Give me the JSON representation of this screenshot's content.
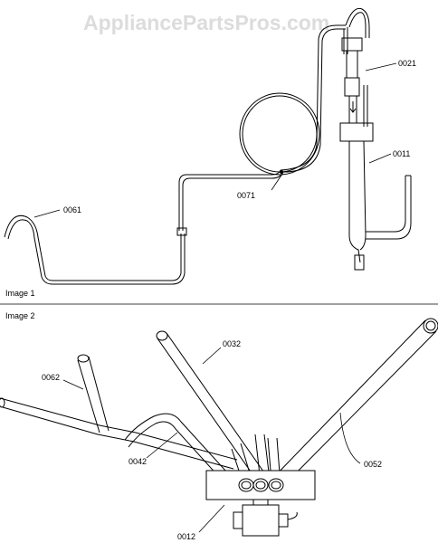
{
  "watermark": "AppliancePartsPros.com",
  "image1": {
    "title": "Image 1",
    "labels": [
      "0021",
      "0011",
      "0071",
      "0061"
    ]
  },
  "image2": {
    "title": "Image 2",
    "labels": [
      "0032",
      "0062",
      "0042",
      "0052",
      "0012"
    ]
  }
}
